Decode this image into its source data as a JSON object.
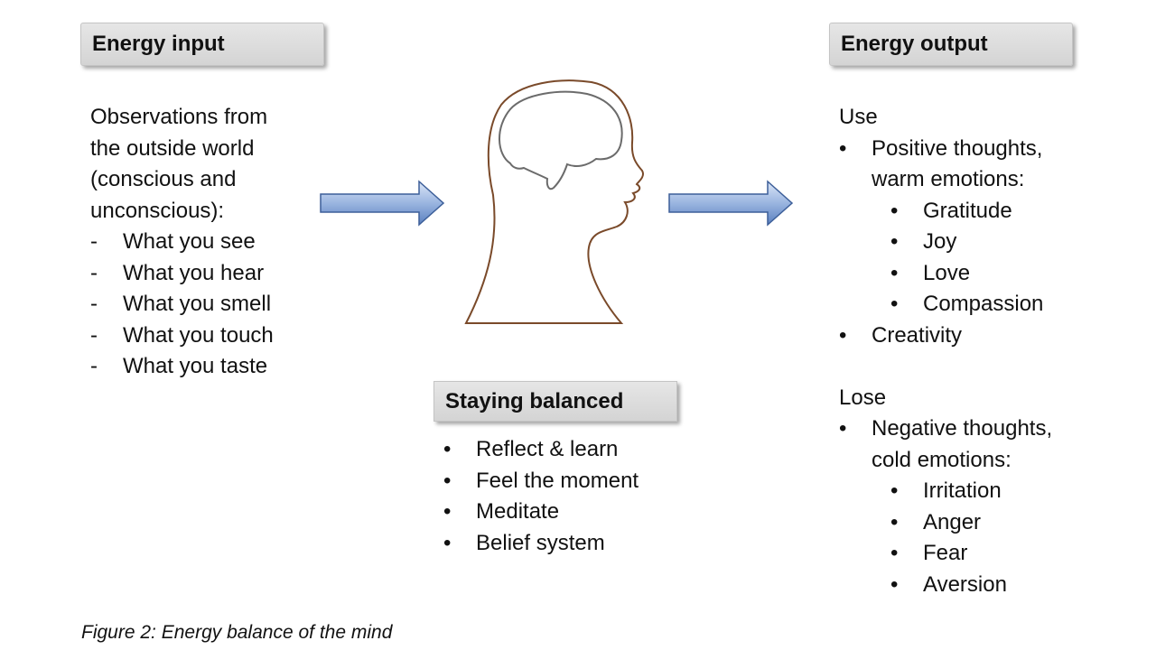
{
  "energy_input": {
    "title": "Energy input",
    "intro_lines": [
      "Observations from",
      "the outside world",
      "(conscious and",
      "unconscious):"
    ],
    "items": [
      "What you see",
      "What you hear",
      "What you smell",
      "What you touch",
      "What you taste"
    ],
    "item_marker": "-"
  },
  "energy_output": {
    "title": "Energy output",
    "use_label": "Use",
    "use_group_lines": [
      "Positive thoughts,",
      "warm emotions:"
    ],
    "use_emotions": [
      "Gratitude",
      "Joy",
      "Love",
      "Compassion"
    ],
    "use_other": "Creativity",
    "lose_label": "Lose",
    "lose_group_lines": [
      "Negative thoughts,",
      "cold emotions:"
    ],
    "lose_emotions": [
      "Irritation",
      "Anger",
      "Fear",
      "Aversion"
    ],
    "bullet": "•"
  },
  "staying_balanced": {
    "title": "Staying balanced",
    "items": [
      "Reflect & learn",
      "Feel the moment",
      "Meditate",
      "Belief system"
    ]
  },
  "caption": "Figure 2: Energy balance of the mind",
  "colors": {
    "arrow_fill_top": "#c9d9f2",
    "arrow_fill_bottom": "#5f86c4",
    "arrow_stroke": "#3d5f99",
    "head_outline": "#7a4a2a",
    "brain_outline": "#6b6b6b",
    "header_fill": "#d9d9d9"
  },
  "icons": {
    "head": "head-profile-icon",
    "brain": "brain-icon",
    "arrow": "right-arrow-icon"
  }
}
